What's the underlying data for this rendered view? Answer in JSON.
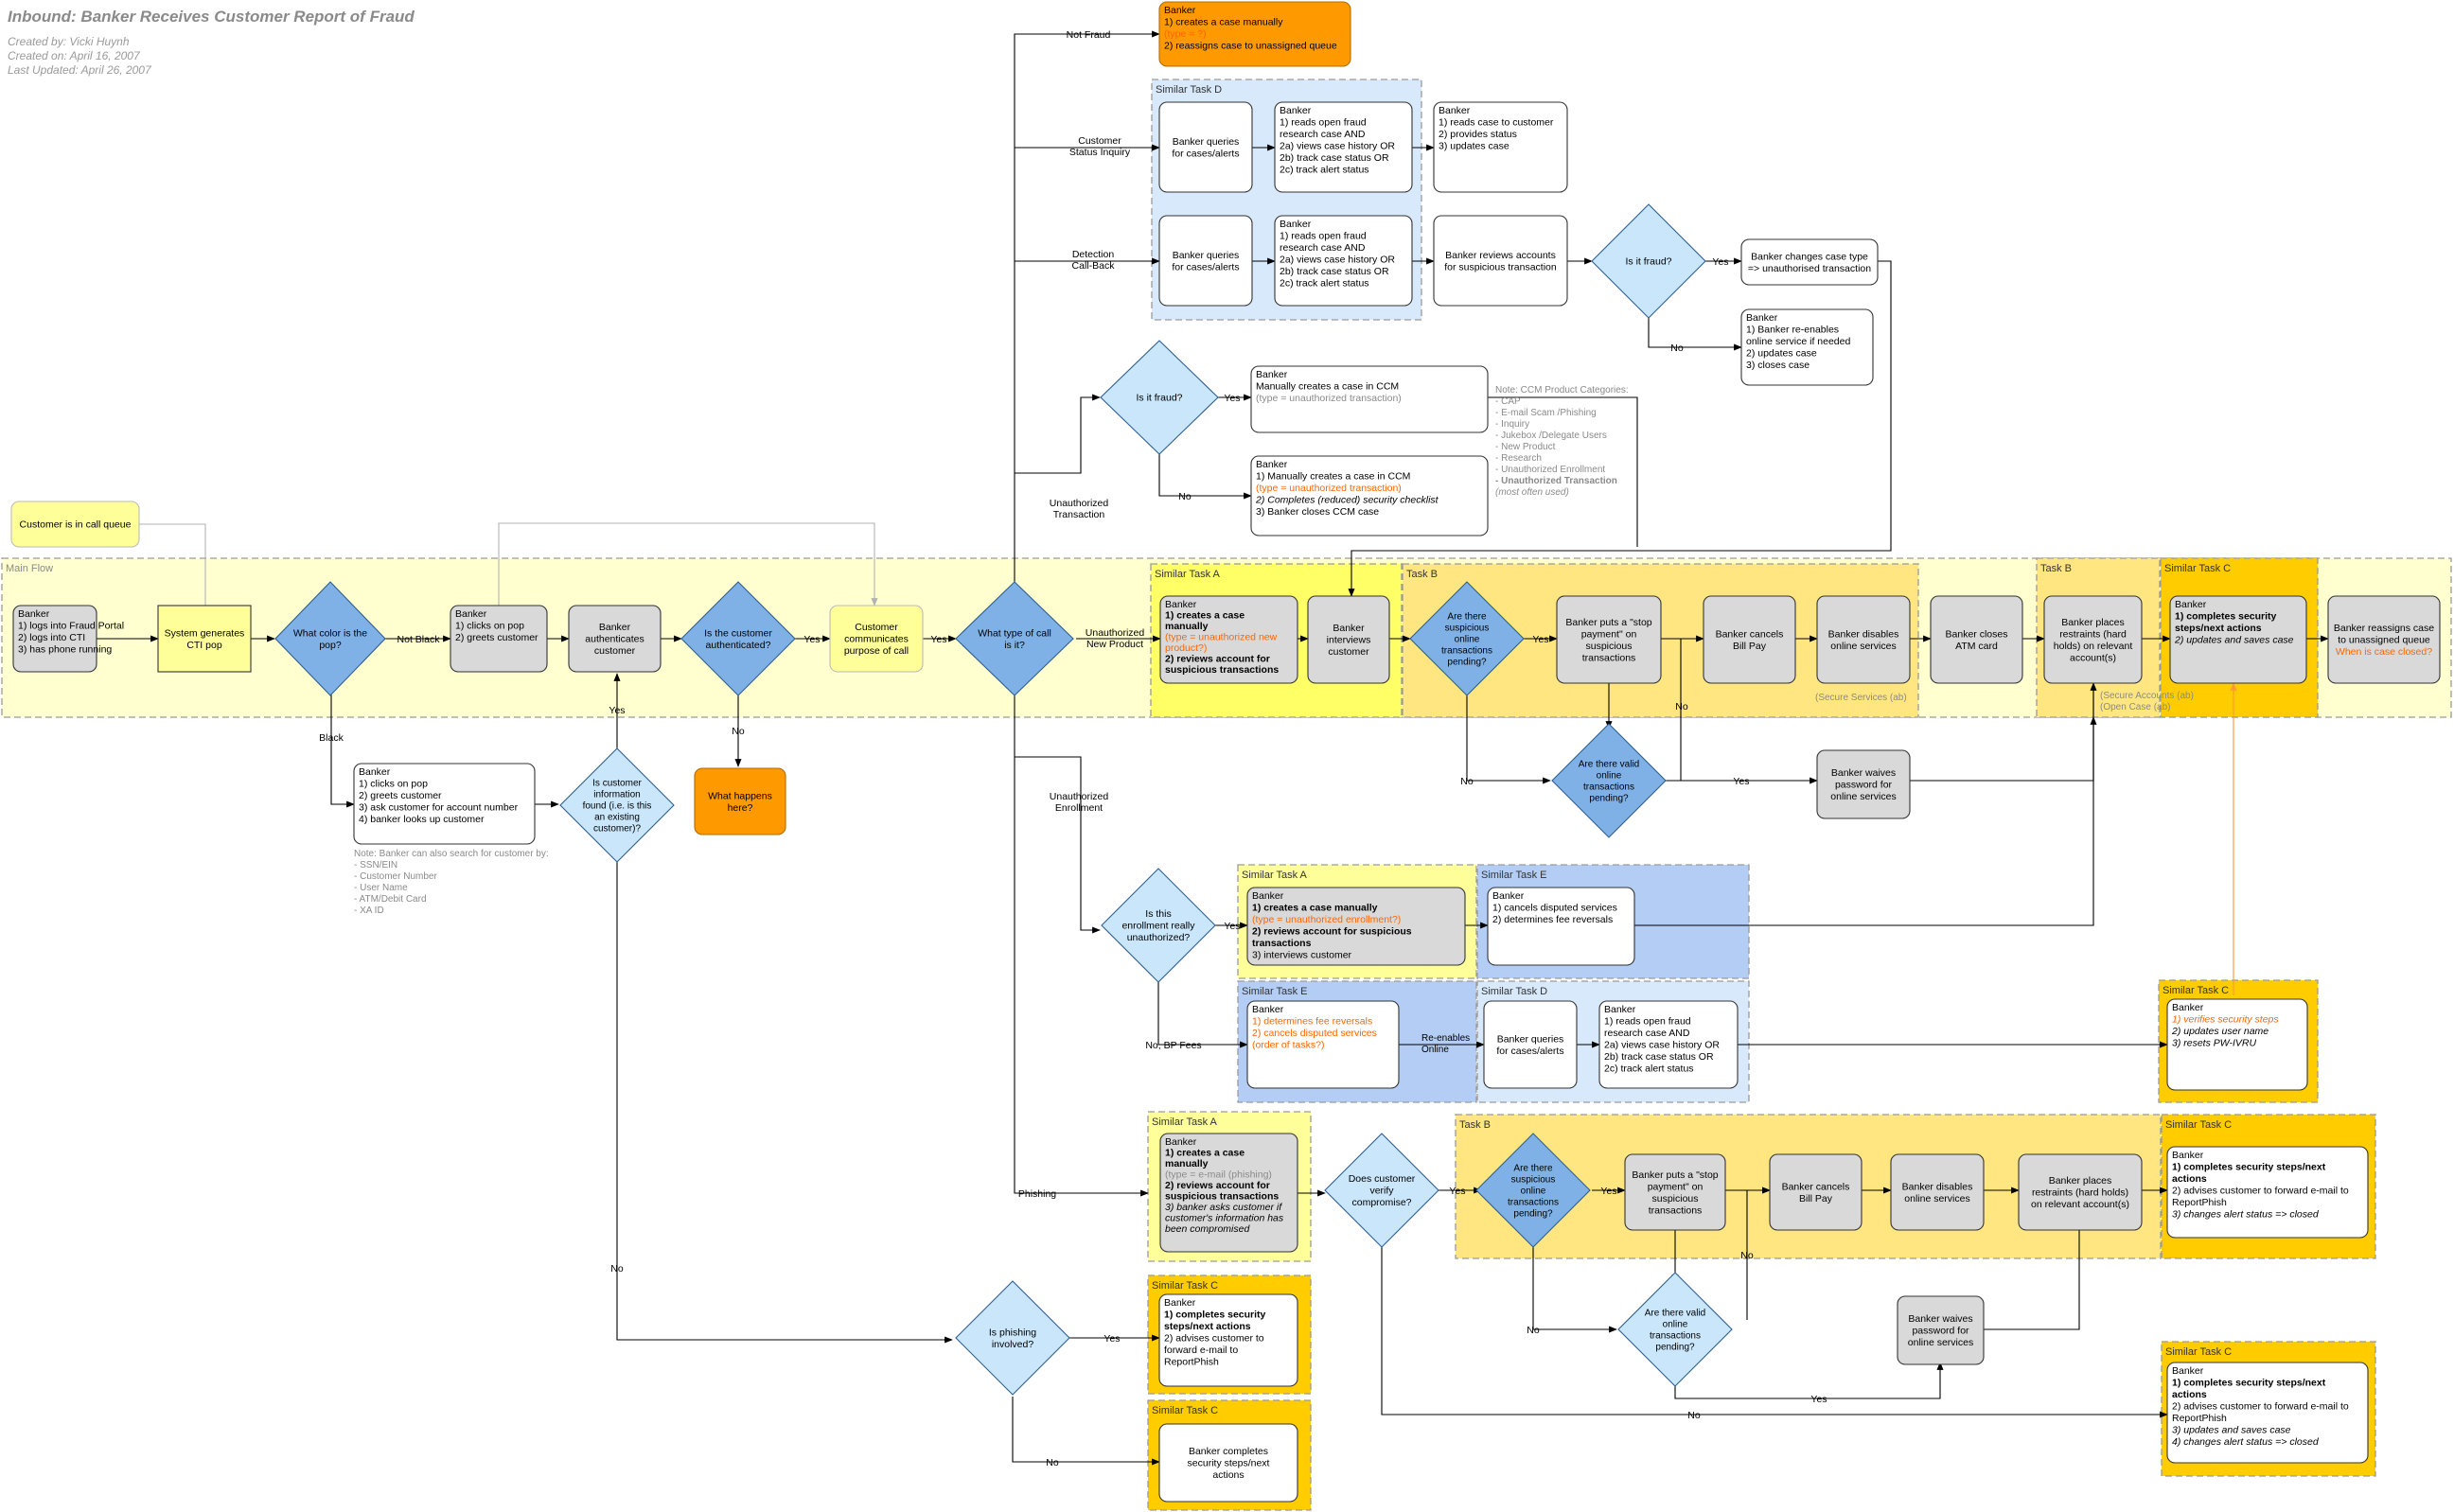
{
  "header": {
    "title": "Inbound: Banker Receives Customer Report of Fraud",
    "created_by": "Created by: Vicki Huynh",
    "created_on": "Created on: April 16, 2007",
    "last_updated": "Last Updated: April 26, 2007"
  },
  "colors": {
    "process_gray": "#d9d9d9",
    "process_white": "#ffffff",
    "decision_blue": "#7fb1e6",
    "decision_light": "#c9e6fa",
    "terminal_orange": "#ff9900",
    "note_yellow": "#ffff99",
    "orange_text": "#ff6600",
    "task_yellow": "#ffee77",
    "task_gold": "#ffcc00",
    "similar_blue": "#b3cdf5",
    "similar_lightblue": "#d7e9fb"
  },
  "regions": {
    "main_flow": "Main Flow",
    "task_a": "Similar Task A",
    "task_b": "Task B",
    "task_b2": "Task B",
    "task_c": "Similar Task C",
    "task_d_top": "Similar Task D",
    "task_a2": "Similar Task A",
    "task_e": "Similar Task E",
    "task_e2": "Similar Task E",
    "task_d2": "Similar Task D",
    "task_c_mid": "Similar Task C",
    "task_a3": "Similar Task A",
    "task_b3": "Task B",
    "task_c3": "Similar Task C",
    "task_c4": "Similar Task C",
    "task_c5": "Similar Task C",
    "task_c6": "Similar Task C"
  },
  "nodes": {
    "queue": [
      "Customer is in call queue"
    ],
    "logs": [
      "Banker",
      "1) logs into Fraud Portal",
      "2) logs into CTI",
      "3) has phone running"
    ],
    "cti": [
      "System generates",
      "CTI pop"
    ],
    "color_pop": [
      "What color is the",
      "pop?"
    ],
    "clicks_pop": [
      "Banker",
      "1) clicks on pop",
      "2) greets customer"
    ],
    "authenticates": [
      "Banker",
      "authenticates",
      "customer"
    ],
    "is_auth": [
      "Is the customer",
      "authenticated?"
    ],
    "what_happens": [
      "What happens",
      "here?"
    ],
    "purpose": [
      "Customer",
      "communicates",
      "purpose of call"
    ],
    "call_type": [
      "What type of call",
      "is it?"
    ],
    "black_box": [
      "Banker",
      "1) clicks on pop",
      "2) greets customer",
      "3) ask customer for account number",
      "4) banker looks up customer"
    ],
    "search_note": [
      "Note: Banker can also search for customer by:",
      "- SSN/EIN",
      "- Customer Number",
      "- User Name",
      "- ATM/Debit Card",
      "- XA ID"
    ],
    "info_found": [
      "Is customer",
      "information",
      "found (i.e. is this",
      "an existing",
      "customer)?"
    ],
    "not_fraud": [
      "Banker",
      "1) creates a case manually",
      "(type = ?)",
      "2) reassigns case to unassigned queue"
    ],
    "d_q1": [
      "Banker queries",
      "for cases/alerts"
    ],
    "d_r1": [
      "Banker",
      "1) reads open fraud",
      "research case AND",
      "2a) views case history OR",
      "2b) track case status OR",
      "2c) track alert status"
    ],
    "reads_case": [
      "Banker",
      "1) reads case to customer",
      "2) provides status",
      "3) updates case"
    ],
    "d_q2": [
      "Banker queries",
      "for cases/alerts"
    ],
    "d_r2": [
      "Banker",
      "1) reads open fraud",
      "research case AND",
      "2a) views case history OR",
      "2b) track case status OR",
      "2c) track alert status"
    ],
    "reviews_acct": [
      "Banker reviews accounts",
      "for suspicious transaction"
    ],
    "is_fraud_top": [
      "Is it fraud?"
    ],
    "changes_type": [
      "Banker changes case type",
      "=> unauthorised transaction"
    ],
    "reenables": [
      "Banker",
      "1) Banker re-enables",
      "online service if needed",
      "2) updates  case",
      "3) closes case"
    ],
    "is_fraud_mid": [
      "Is it fraud?"
    ],
    "ccm_create": [
      "Banker",
      "Manually creates a case in CCM",
      "(type = unauthorized transaction)"
    ],
    "ccm_note": [
      "Note: CCM Product Categories:",
      "- CAP",
      "- E-mail Scam /Phishing",
      "- Inquiry",
      "- Jukebox /Delegate Users",
      "- New Product",
      "- Research",
      "- Unauthorized Enrollment",
      "- Unauthorized Transaction",
      "(most often used)"
    ],
    "ccm_close": [
      "Banker",
      "1) Manually creates a case in CCM",
      "(type = unauthorized transaction)",
      "2) Completes (reduced) security checklist",
      "3) Banker closes CCM case"
    ],
    "a_create": [
      "Banker",
      "1) creates a case",
      "manually",
      "(type = unauthorized new",
      "product?)",
      "2) reviews account for",
      "suspicious transactions"
    ],
    "interviews": [
      "Banker",
      "interviews",
      "customer"
    ],
    "susp_pending": [
      "Are there",
      "suspicious",
      "online",
      "transactions",
      "pending?"
    ],
    "stop_payment": [
      "Banker puts a \"stop",
      "payment\" on",
      "suspicious",
      "transactions"
    ],
    "cancels_bp": [
      "Banker cancels",
      "Bill Pay"
    ],
    "disables": [
      "Banker disables",
      "online services"
    ],
    "closes_atm": [
      "Banker closes",
      "ATM card"
    ],
    "restraints": [
      "Banker  places",
      "restraints (hard",
      "holds) on relevant",
      "account(s)"
    ],
    "completes_c": [
      "Banker",
      "1) completes security",
      "steps/next actions",
      "2) updates and saves case"
    ],
    "reassigns": [
      "Banker reassigns case",
      "to unassigned queue",
      "When is case closed?"
    ],
    "valid_pending": [
      "Are there valid",
      "online",
      "transactions",
      "pending?"
    ],
    "waives": [
      "Banker waives",
      "password for",
      "online services"
    ],
    "secure_services": [
      "(Secure Services (ab)"
    ],
    "secure_accounts": [
      "(Secure Accounts (ab)",
      "(Open Case (ab)"
    ],
    "enroll_q": [
      "Is this",
      "enrollment really",
      "unauthorized?"
    ],
    "a2_create": [
      "Banker",
      "1) creates a case manually",
      "(type = unauthorized enrollment?)",
      "2) reviews account for suspicious",
      "transactions",
      "3) interviews customer"
    ],
    "cancels_disputed": [
      "Banker",
      "1) cancels disputed services",
      "2) determines fee reversals"
    ],
    "e_fee": [
      "Banker",
      "1) determines fee reversals",
      "2) cancels disputed services",
      "(order of tasks?)"
    ],
    "reenables_online": [
      "Re-enables",
      "Online"
    ],
    "d_q3": [
      "Banker queries",
      "for cases/alerts"
    ],
    "d_r3": [
      "Banker",
      "1) reads open fraud",
      "research case AND",
      "2a) views case history OR",
      "2b) track case status OR",
      "2c) track alert status"
    ],
    "c_mid": [
      "Banker",
      "1) verifies security steps",
      "2) updates user name",
      "3) resets PW-IVRU"
    ],
    "a3_create": [
      "Banker",
      "1) creates a case",
      "manually",
      "(type = e-mail (phishing)",
      "2) reviews account for",
      "suspicious transactions",
      "3) banker asks customer if",
      "customer's information has",
      "been compromised"
    ],
    "verify": [
      "Does customer",
      "verify",
      "compromise?"
    ],
    "susp_pending2": [
      "Are there",
      "suspicious",
      "online",
      "transactions",
      "pending?"
    ],
    "stop_payment2": [
      "Banker puts a \"stop",
      "payment\" on",
      "suspicious",
      "transactions"
    ],
    "cancels_bp2": [
      "Banker cancels",
      "Bill Pay"
    ],
    "disables2": [
      "Banker disables",
      "online services"
    ],
    "restraints2": [
      "Banker  places",
      "restraints (hard holds)",
      "on relevant account(s)"
    ],
    "c3": [
      "Banker",
      "1) completes security steps/next",
      "actions",
      "2) advises customer to forward e-mail to",
      "ReportPhish",
      "3) changes alert status => closed"
    ],
    "valid_pending2": [
      "Are there valid",
      "online",
      "transactions",
      "pending?"
    ],
    "waives2": [
      "Banker waives",
      "password for",
      "online services"
    ],
    "phishing_q": [
      "Is phishing",
      "involved?"
    ],
    "c4": [
      "Banker",
      "1) completes security",
      "steps/next actions",
      "2)  advises customer to",
      "forward e-mail to",
      "ReportPhish"
    ],
    "c5": [
      "Banker completes",
      "security steps/next",
      "actions"
    ],
    "c6": [
      "Banker",
      "1) completes security steps/next",
      "actions",
      "2) advises customer to forward e-mail to",
      "ReportPhish",
      "3) updates and saves case",
      "4) changes alert status => closed"
    ]
  },
  "edge_labels": {
    "not_black": "Not Black",
    "black": "Black",
    "yes_auth": "Yes",
    "no_auth": "No",
    "yes_purpose": "Yes",
    "yes_found": "Yes",
    "no_found": "No",
    "not_fraud": "Not Fraud",
    "status_inquiry": [
      "Customer",
      "Status Inquiry"
    ],
    "detection": [
      "Detection",
      "Call-Back"
    ],
    "yes_fraud_top": "Yes",
    "no_fraud_top": "No",
    "yes_fraud_mid": "Yes",
    "no_fraud_mid": "No",
    "unauth_trans": [
      "Unauthorized",
      "Transaction"
    ],
    "unauth_new": [
      "Unauthorized",
      "New Product"
    ],
    "unauth_enroll": [
      "Unauthorized",
      "Enrollment"
    ],
    "yes_susp": "Yes",
    "no_susp": "No",
    "no_valid": "No",
    "yes_valid": "Yes",
    "yes_enroll": "Yes",
    "no_bp": "No, BP Fees",
    "phishing": "Phishing",
    "yes_verify": "Yes",
    "no_verify": "No",
    "yes_susp2": "Yes",
    "no_susp2": "No",
    "no_valid2": "No",
    "yes_valid2": "Yes",
    "yes_phish": "Yes",
    "no_phish": "No"
  }
}
